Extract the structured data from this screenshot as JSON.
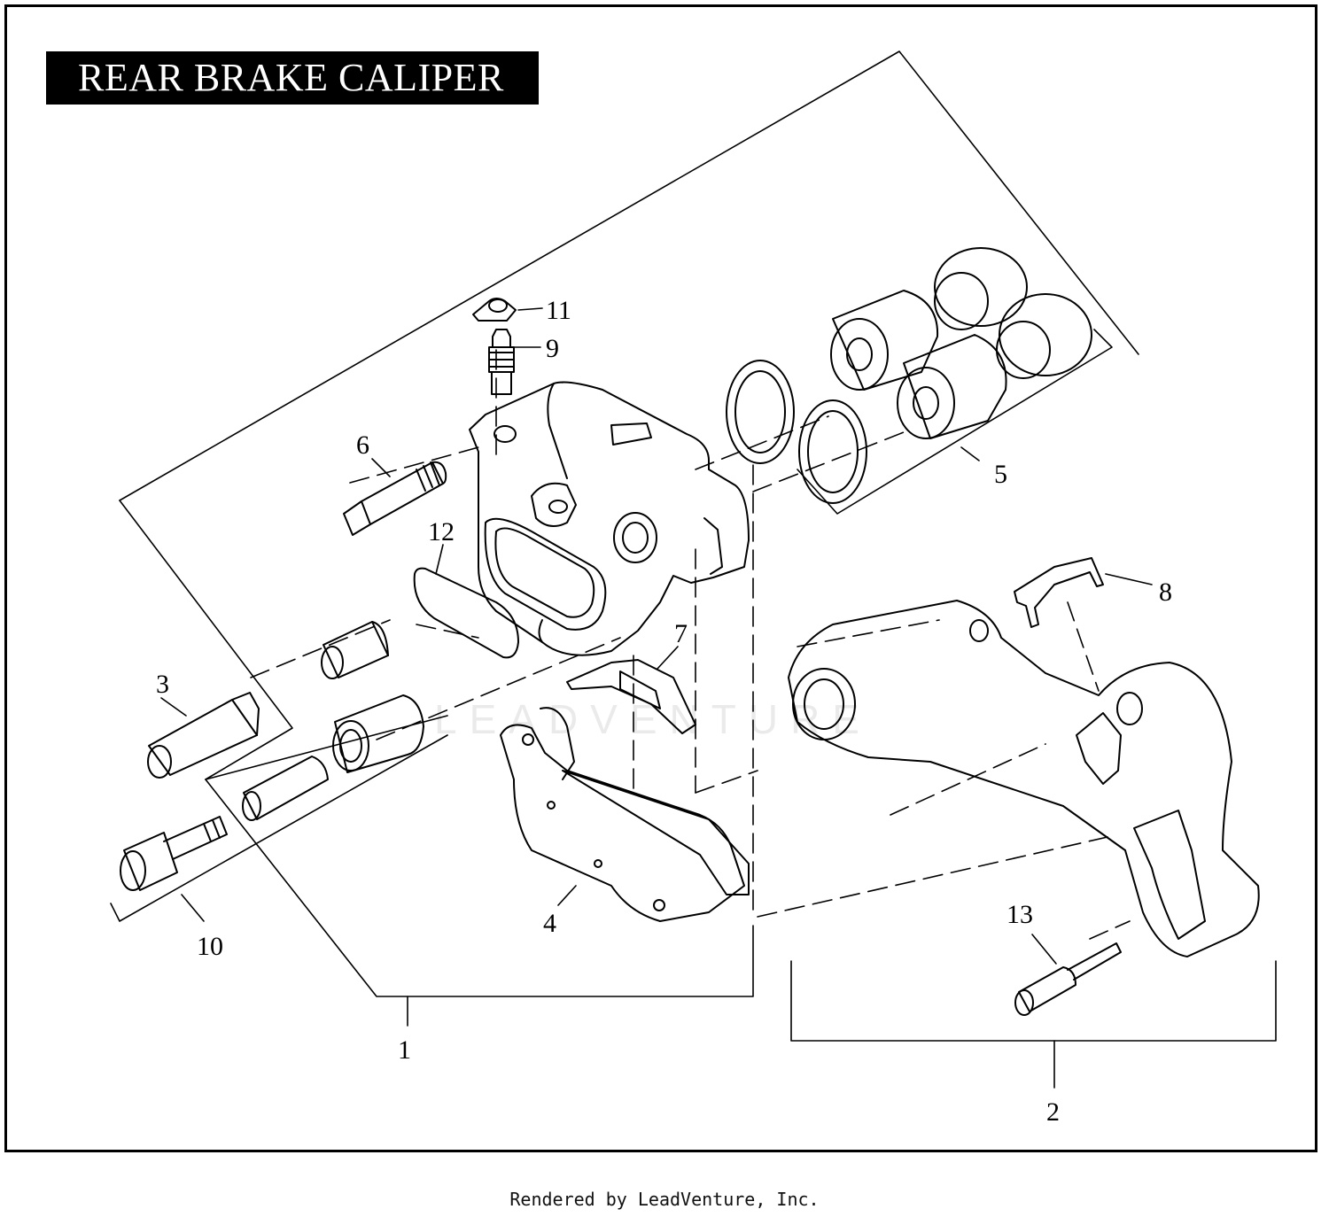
{
  "title": "REAR BRAKE CALIPER",
  "footer": "Rendered by LeadVenture, Inc.",
  "watermark": "LEADVENTURE",
  "callouts": {
    "c1": "1",
    "c2": "2",
    "c3": "3",
    "c4": "4",
    "c5": "5",
    "c6": "6",
    "c7": "7",
    "c8": "8",
    "c9": "9",
    "c10": "10",
    "c11": "11",
    "c12": "12",
    "c13": "13"
  },
  "colors": {
    "ink": "#000000",
    "paper": "#ffffff"
  }
}
